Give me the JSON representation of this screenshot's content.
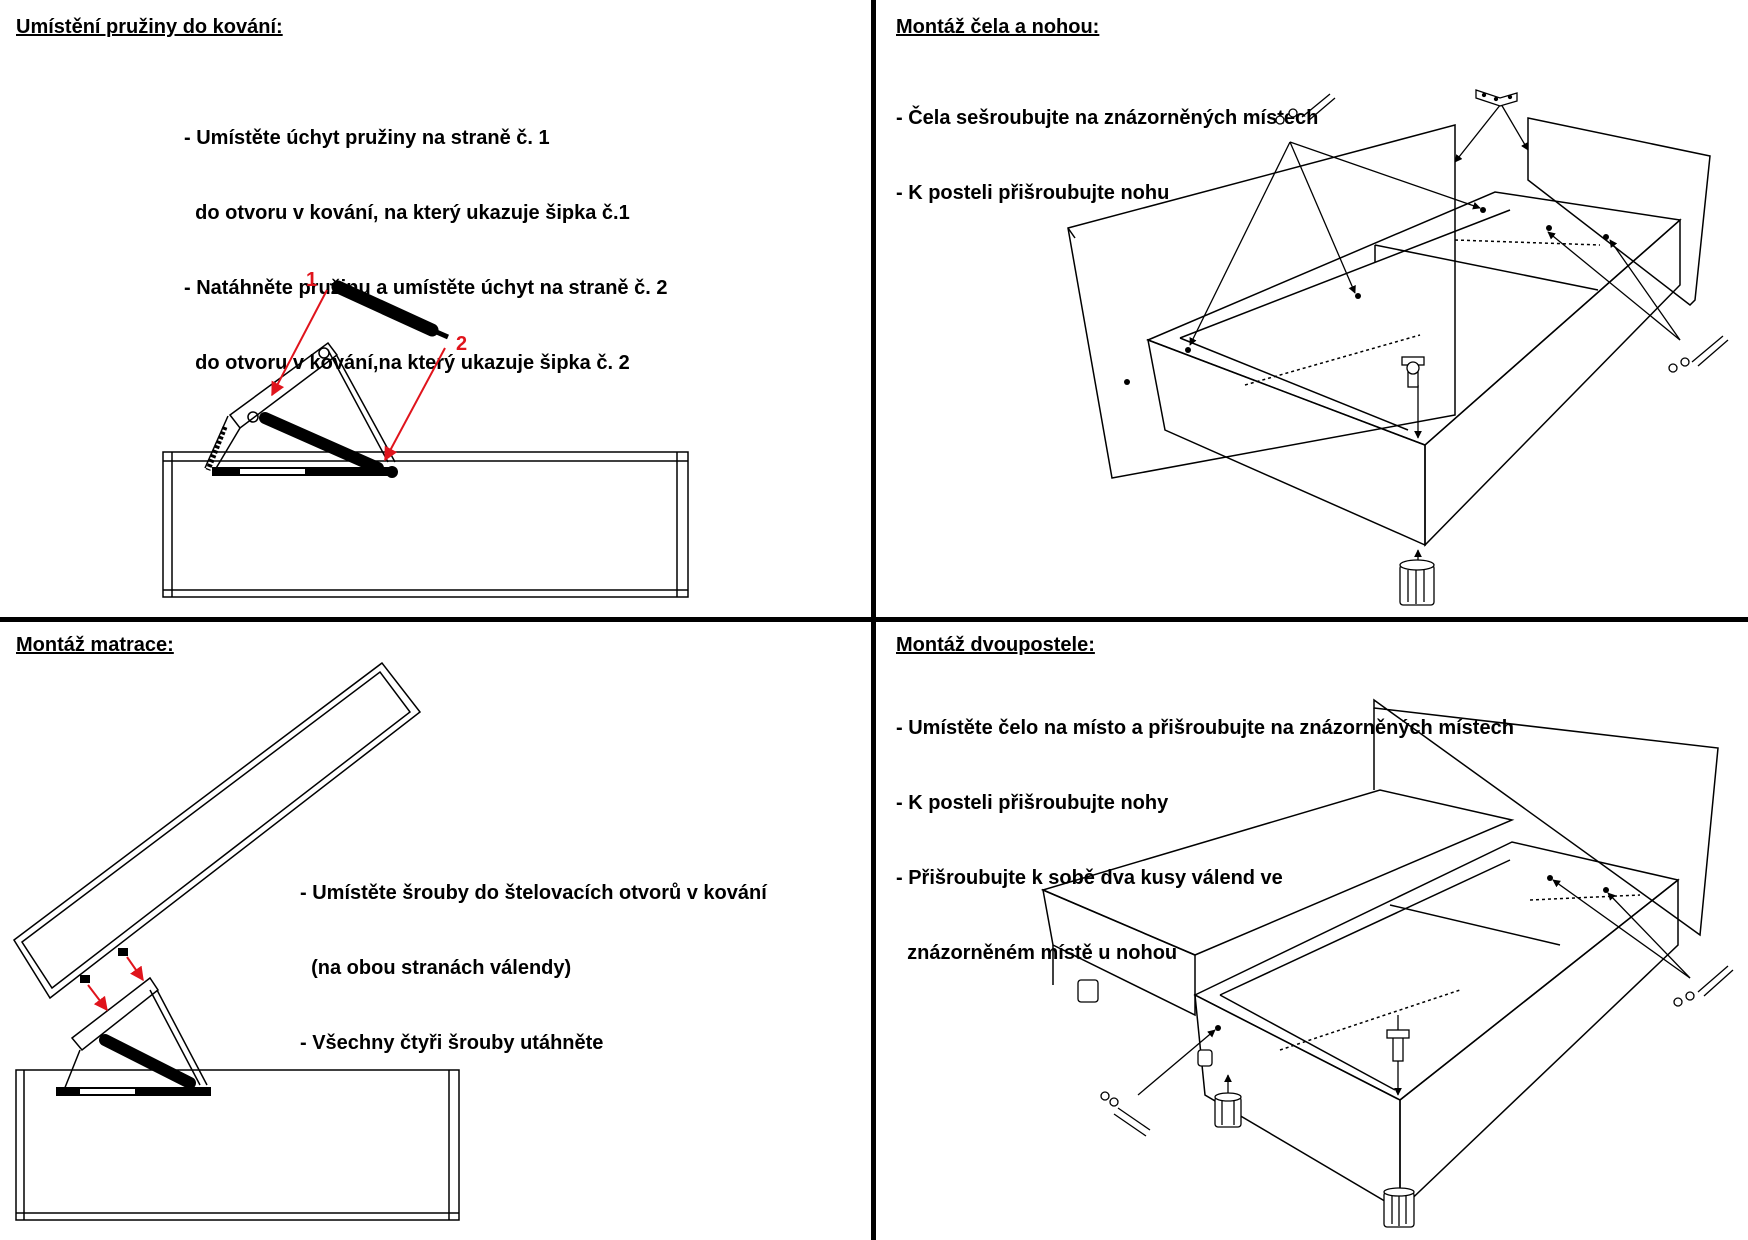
{
  "panels": {
    "spring": {
      "title": "Umístění pružiny do kování:",
      "lines": [
        "- Umístěte úchyt pružiny na straně č. 1",
        "  do otvoru v kování, na který ukazuje šipka č.1",
        "- Natáhněte pružinu a umístěte úchyt na straně č. 2",
        "  do otvoru v kování,na který ukazuje šipka č. 2"
      ],
      "callouts": [
        "1",
        "2"
      ]
    },
    "headboard": {
      "title": "Montáž čela a nohou:",
      "lines": [
        "- Čela sešroubujte na znázorněných místech",
        "- K posteli přišroubujte nohu"
      ]
    },
    "mattress": {
      "title": "Montáž matrace:",
      "lines": [
        "- Umístěte šrouby do štelovacích otvorů v kování",
        "  (na obou stranách válendy)",
        "- Všechny čtyři šrouby utáhněte"
      ]
    },
    "double": {
      "title": "Montáž dvoupostele:",
      "lines": [
        "- Umístěte čelo na místo a přišroubujte na znázorněných místech",
        "- K posteli přišroubujte nohy",
        "- Přišroubujte k sobě dva kusy válend ve",
        "  znázorněném místě u nohou"
      ]
    }
  },
  "colors": {
    "ink": "#000000",
    "callout": "#e0141c",
    "background": "#ffffff"
  },
  "icons": [
    "screw-icon",
    "bracket-icon",
    "bed-leg-icon",
    "gas-spring-icon"
  ]
}
